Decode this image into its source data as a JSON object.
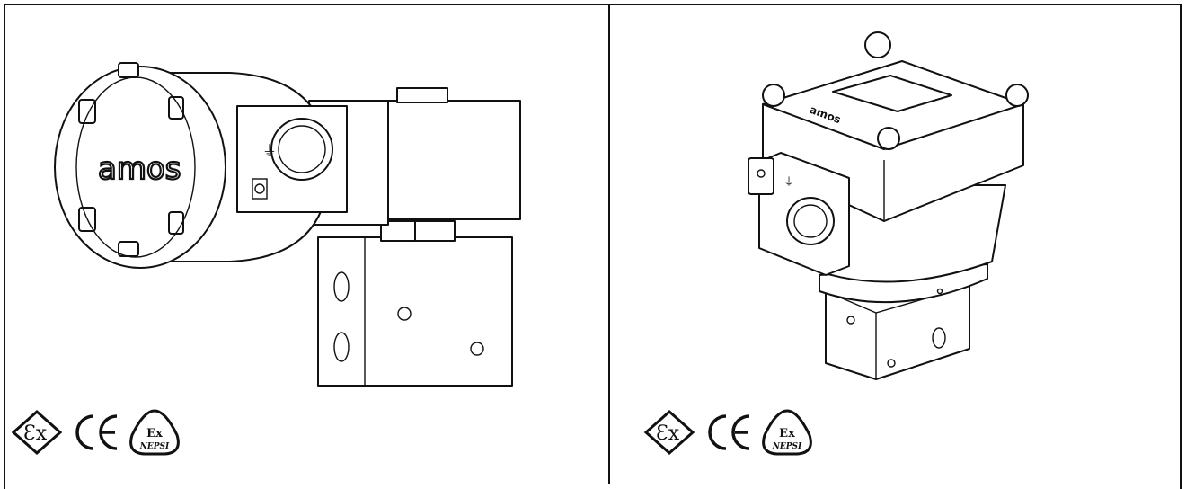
{
  "panels": [
    {
      "id": "left",
      "product_view": "side",
      "brand_text": "amos",
      "certifications": [
        "atex-ex-mark",
        "ce-mark",
        "nepsi-mark"
      ],
      "nepsi_top": "Ex",
      "nepsi_bottom": "NEPSI"
    },
    {
      "id": "right",
      "product_view": "top-isometric",
      "brand_text": "amos",
      "certifications": [
        "atex-ex-mark",
        "ce-mark",
        "nepsi-mark"
      ],
      "nepsi_top": "Ex",
      "nepsi_bottom": "NEPSI"
    }
  ],
  "colors": {
    "ink": "#111111",
    "paper": "#ffffff"
  }
}
